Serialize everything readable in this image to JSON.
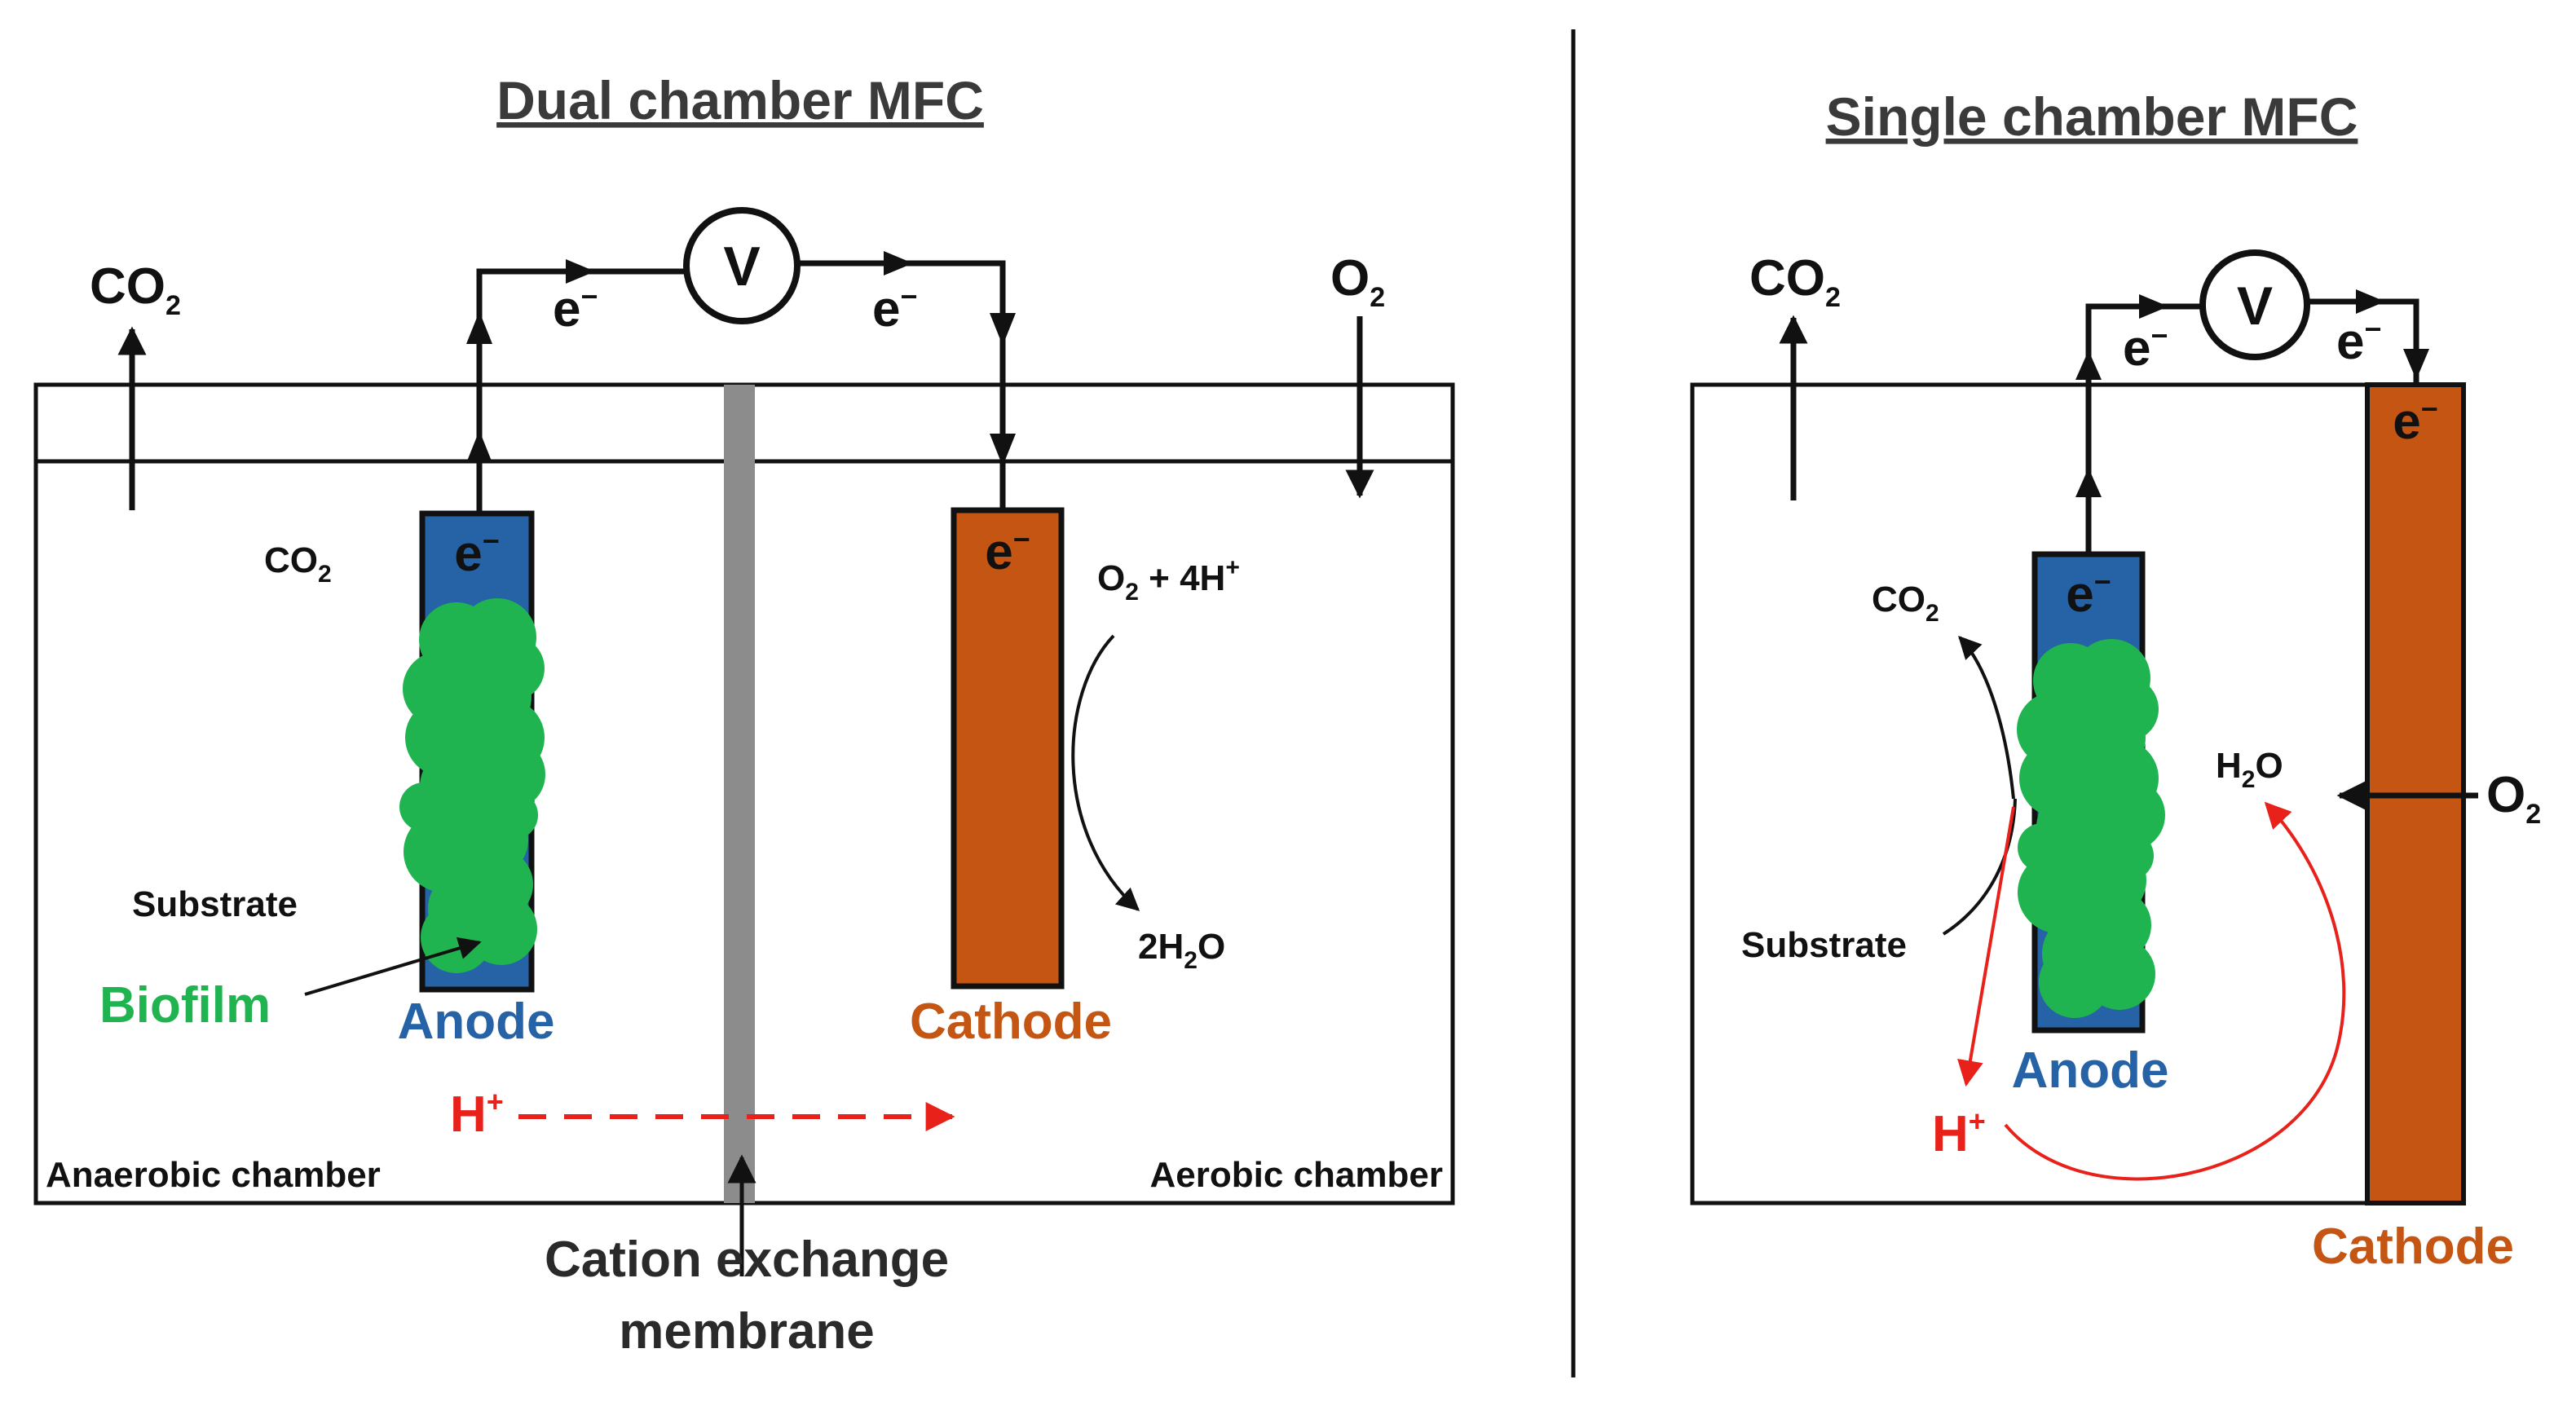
{
  "colors": {
    "anode": "#2563a6",
    "cathode": "#c45512",
    "biofilm": "#20b450",
    "proton": "#e8211a",
    "membrane": "#8c8c8c",
    "line": "#111111"
  },
  "dual": {
    "title": "Dual chamber MFC",
    "voltmeter": "V",
    "co2_gas": "CO",
    "co2_gas_sub": "2",
    "o2_gas": "O",
    "o2_gas_sub": "2",
    "e_wire_left": "e",
    "e_wire_right": "e",
    "e_minus": "−",
    "anode_e": "e",
    "cathode_e": "e",
    "co2_small": "CO",
    "co2_small_sub": "2",
    "substrate": "Substrate",
    "biofilm": "Biofilm",
    "anode": "Anode",
    "cathode": "Cathode",
    "o2_reaction": "O",
    "o2_reaction_sub": "2",
    "o2_reaction_rest": " + 4H",
    "o2_reaction_sup": "+",
    "h2o_product": "2H",
    "h2o_product_sub": "2",
    "h2o_product_rest": "O",
    "proton": "H",
    "proton_sup": "+",
    "anaerobic": "Anaerobic chamber",
    "aerobic": "Aerobic chamber",
    "membrane_line1": "Cation exchange",
    "membrane_line2": "membrane"
  },
  "single": {
    "title": "Single chamber MFC",
    "voltmeter": "V",
    "co2_gas": "CO",
    "co2_gas_sub": "2",
    "e_wire_left": "e",
    "e_wire_right": "e",
    "e_minus": "−",
    "cathode_e": "e",
    "anode_e": "e",
    "co2_small": "CO",
    "co2_small_sub": "2",
    "h2o": "H",
    "h2o_sub": "2",
    "h2o_rest": "O",
    "o2": "O",
    "o2_sub": "2",
    "substrate": "Substrate",
    "anode": "Anode",
    "proton": "H",
    "proton_sup": "+",
    "cathode": "Cathode"
  }
}
